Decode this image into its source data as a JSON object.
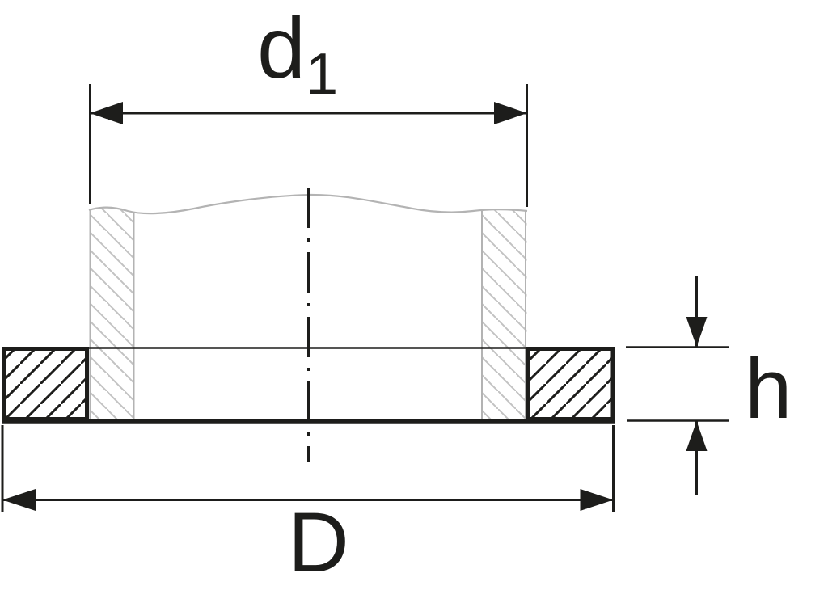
{
  "drawing": {
    "kind": "technical-dimension-drawing",
    "subject": "washer cross-section mounted on a shaft (phantom outline)",
    "labels": {
      "inner_diameter_symbol": "d",
      "inner_diameter_subscript": "1",
      "outer_diameter_symbol": "D",
      "thickness_symbol": "h"
    },
    "colors": {
      "line": "#1d1d1b",
      "phantom_gray": "#b3b3b3",
      "hatch_gray": "#c2c2c2",
      "background": "#ffffff"
    }
  }
}
